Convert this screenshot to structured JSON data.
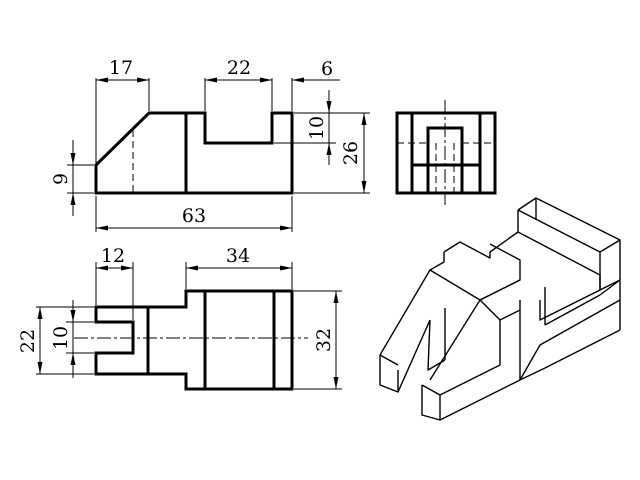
{
  "dimensions": {
    "front_width_left": "17",
    "front_slot_width": "22",
    "front_right_step": "6",
    "front_step_height": "10",
    "front_total_height": "26",
    "front_base_height": "9",
    "front_total_width": "63",
    "top_slot_width": "12",
    "top_right_width": "34",
    "top_slot_depth": "10",
    "top_middle_depth": "22",
    "top_total_depth": "32"
  }
}
